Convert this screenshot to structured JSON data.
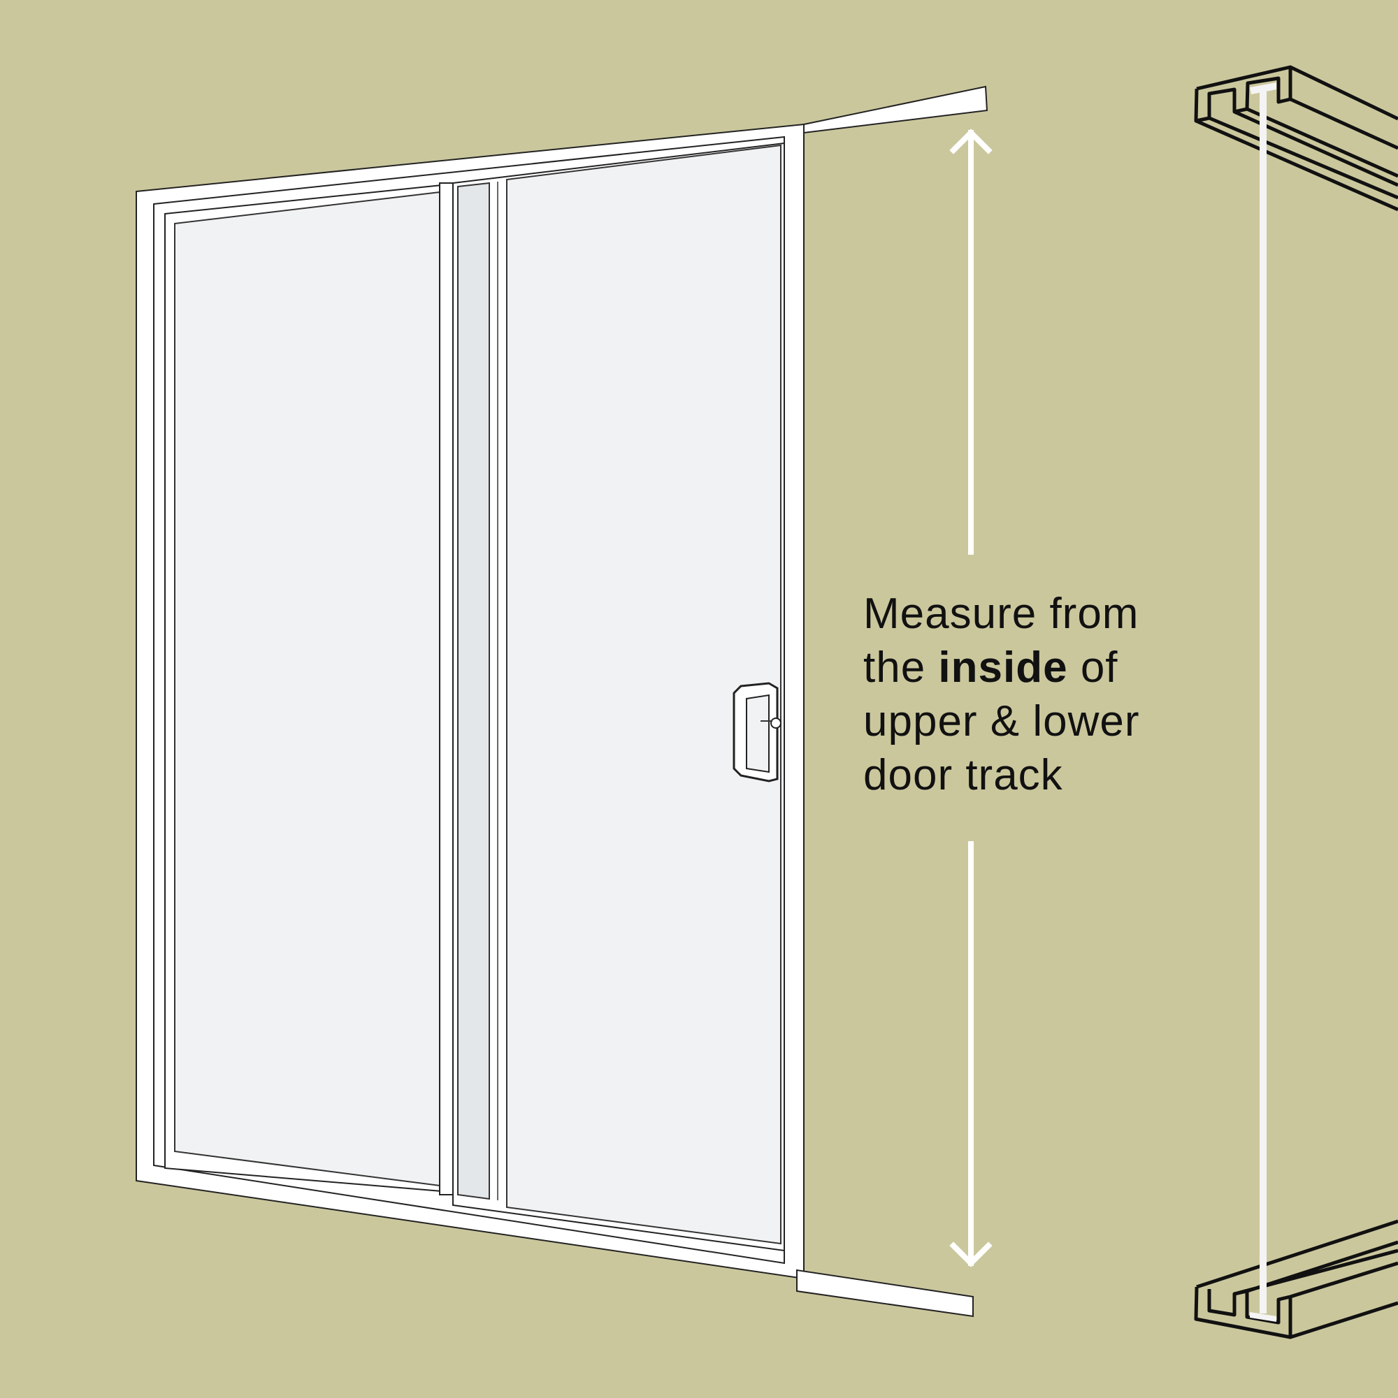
{
  "caption": {
    "line1": "Measure from",
    "line2_pre": "the ",
    "line2_bold": "inside",
    "line2_post": " of",
    "line3": "upper & lower",
    "line4": "door track"
  },
  "colors": {
    "background": "#cbc79d",
    "frame": "#ffffff",
    "glass": "#f1f2f3",
    "text": "#111111"
  }
}
